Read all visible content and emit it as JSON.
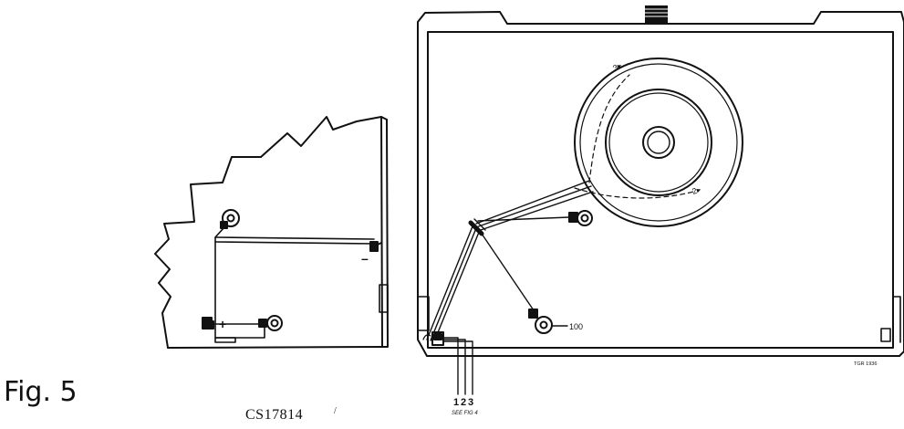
{
  "figure": {
    "label": "Fig. 5",
    "code": "CS17814",
    "code_mark": "/",
    "ref_number": "TGR 1936"
  },
  "left_assembly": {
    "plus_sign": "+",
    "minus_sign": "–"
  },
  "right_assembly": {
    "callout_100": "100",
    "reel_marks": [
      "3▸",
      "2▸"
    ],
    "wire_labels": [
      "1",
      "2",
      "3"
    ],
    "wire_note": "SEE FIG 4"
  },
  "colors": {
    "ink": "#111111",
    "paper": "#ffffff"
  }
}
